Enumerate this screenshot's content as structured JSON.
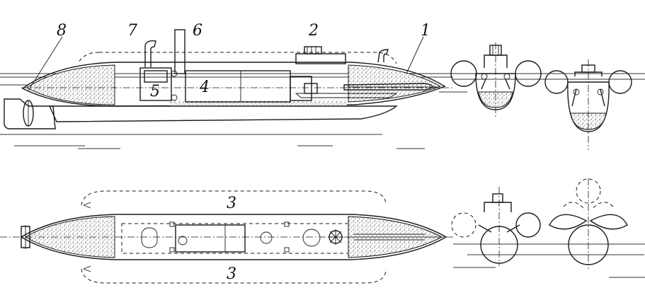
{
  "figure": {
    "callouts": {
      "c1": "1",
      "c2": "2",
      "c3_top": "3",
      "c3_bottom": "3",
      "c4": "4",
      "c5": "5",
      "c6": "6",
      "c7": "7",
      "c8": "8"
    },
    "colors": {
      "ink": "#1a1a1a",
      "stipple": "#9a9a9a",
      "background": "#ffffff"
    }
  }
}
